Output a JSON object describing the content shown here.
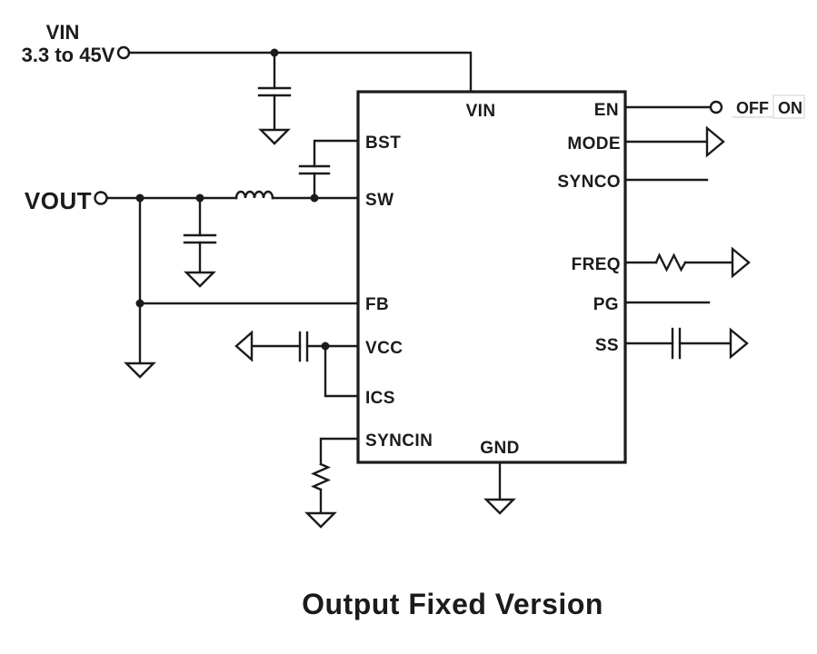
{
  "caption": "Output Fixed Version",
  "input_source": {
    "name": "VIN",
    "range": "3.3 to 45V"
  },
  "output_terminal": {
    "name": "VOUT"
  },
  "ic": {
    "top_pin": "VIN",
    "bottom_pin": "GND",
    "left_pins": [
      "BST",
      "SW",
      "FB",
      "VCC",
      "ICS",
      "SYNCIN"
    ],
    "right_pins": [
      "EN",
      "MODE",
      "SYNCO",
      "FREQ",
      "PG",
      "SS"
    ]
  },
  "enable_switch": {
    "off": "OFF",
    "on": "ON"
  },
  "colors": {
    "line": "#1b1b1b",
    "background": "#ffffff",
    "muted_box": "#dcdcdc"
  }
}
